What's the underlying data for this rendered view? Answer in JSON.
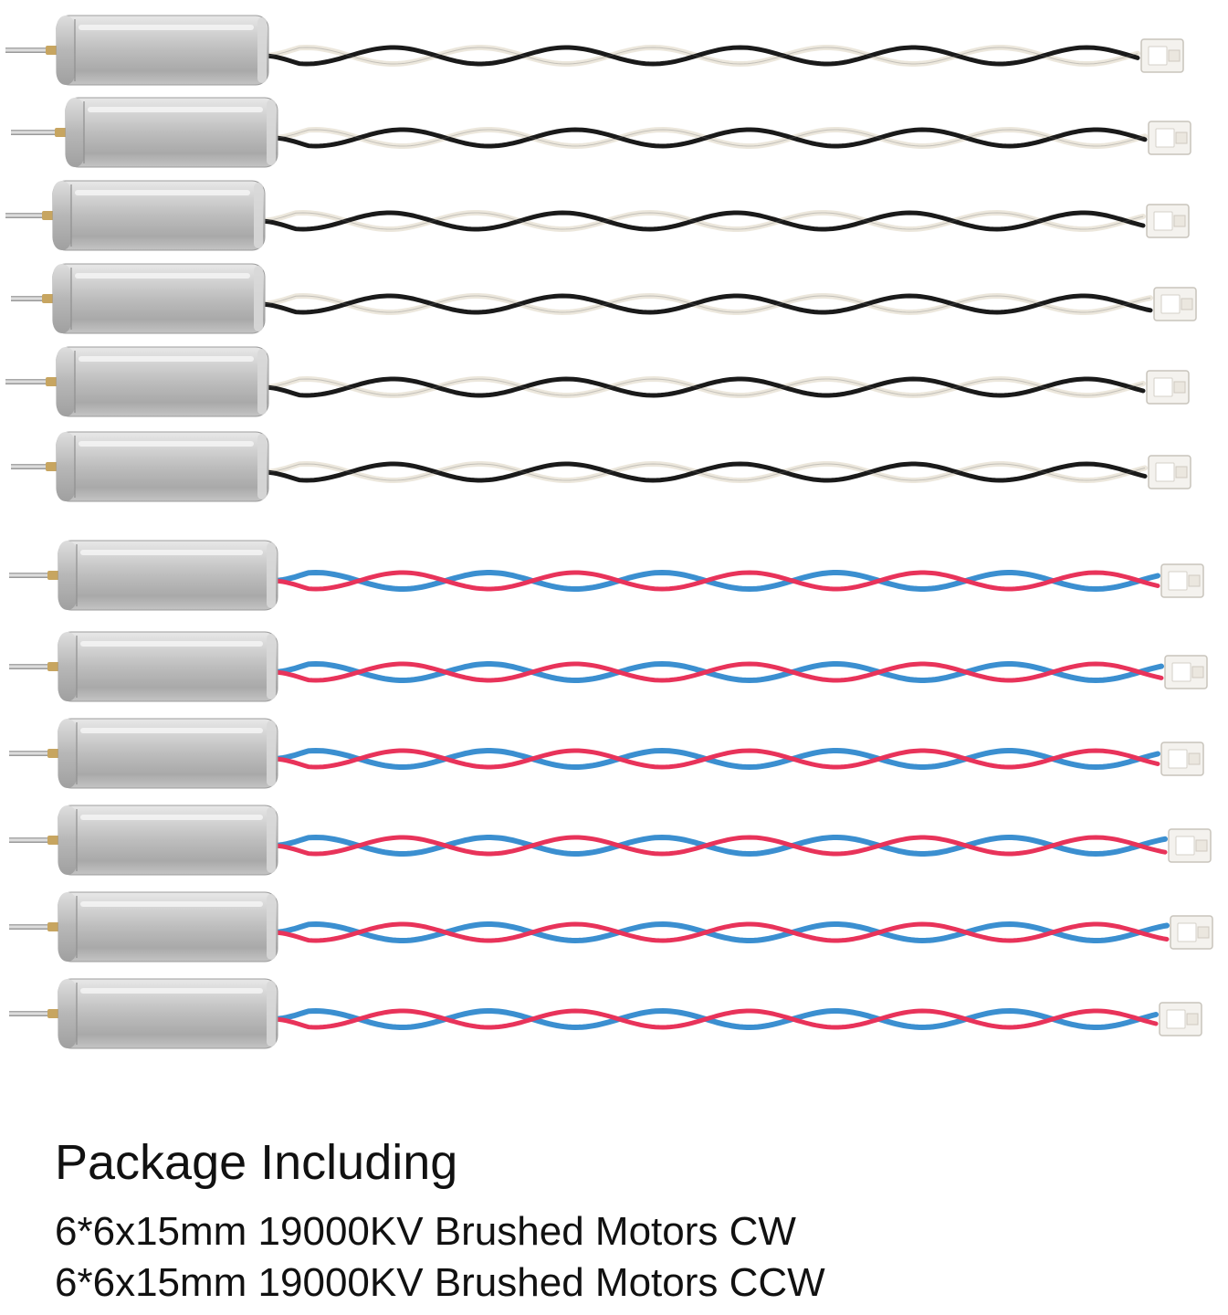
{
  "caption": {
    "heading": "Package Including",
    "line1": "6*6x15mm 19000KV Brushed Motors CW",
    "line2": "6*6x15mm 19000KV Brushed Motors CCW"
  },
  "product": {
    "motors_cw": {
      "count": 6,
      "wire_colors": [
        "#1a1a1a",
        "#ece7dc"
      ]
    },
    "motors_ccw": {
      "count": 6,
      "wire_colors": [
        "#e8335a",
        "#3b8fd0"
      ]
    },
    "motor_body_color": "#c9c9c9",
    "connector_color": "#f4f2ee"
  }
}
